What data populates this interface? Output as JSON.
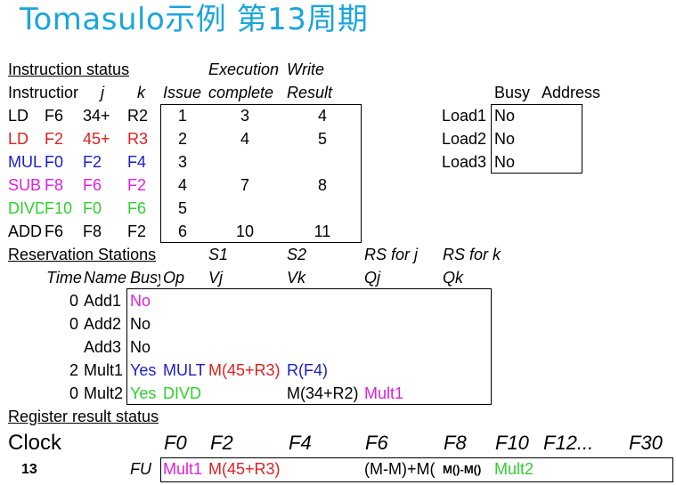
{
  "title": "Tomasulo示例 第13周期",
  "instruction_status": {
    "heading": "Instruction status",
    "header_top": {
      "execution": "Execution",
      "write": "Write"
    },
    "headers": {
      "instruction": "Instructior",
      "j": "j",
      "k": "k",
      "issue": "Issue",
      "complete": "complete",
      "result": "Result"
    },
    "rows": [
      {
        "op": "LD",
        "dest": "F6",
        "j": "34+",
        "k": "R2",
        "issue": "1",
        "exec": "3",
        "write": "4",
        "color": "#000000"
      },
      {
        "op": "LD",
        "dest": "F2",
        "j": "45+",
        "k": "R3",
        "issue": "2",
        "exec": "4",
        "write": "5",
        "color": "#e02020"
      },
      {
        "op": "MUL",
        "dest": "F0",
        "j": "F2",
        "k": "F4",
        "issue": "3",
        "exec": "",
        "write": "",
        "color": "#1c1ccc"
      },
      {
        "op": "SUB",
        "dest": "F8",
        "j": "F6",
        "k": "F2",
        "issue": "4",
        "exec": "7",
        "write": "8",
        "color": "#e020e0"
      },
      {
        "op": "DIVD",
        "dest": "F10",
        "j": "F0",
        "k": "F6",
        "issue": "5",
        "exec": "",
        "write": "",
        "color": "#2ed02e"
      },
      {
        "op": "ADD",
        "dest": "F6",
        "j": "F8",
        "k": "F2",
        "issue": "6",
        "exec": "10",
        "write": "11",
        "color": "#000000"
      }
    ]
  },
  "load_buffers": {
    "headers": {
      "busy": "Busy",
      "address": "Address"
    },
    "rows": [
      {
        "name": "Load1",
        "busy": "No"
      },
      {
        "name": "Load2",
        "busy": "No"
      },
      {
        "name": "Load3",
        "busy": "No"
      }
    ]
  },
  "reservation_stations": {
    "heading": "Reservation Stations",
    "header_top": {
      "s1": "S1",
      "s2": "S2",
      "rsj": "RS for j",
      "rsk": "RS for k"
    },
    "headers": {
      "time": "Time",
      "name": "Name",
      "busy": "Busy",
      "op": "Op",
      "vj": "Vj",
      "vk": "Vk",
      "qj": "Qj",
      "qk": "Qk"
    },
    "rows": [
      {
        "time": "0",
        "name": "Add1",
        "busy": "No",
        "op": "",
        "vj": "",
        "vk": "",
        "qj": "",
        "qk": ""
      },
      {
        "time": "0",
        "name": "Add2",
        "busy": "No",
        "op": "",
        "vj": "",
        "vk": "",
        "qj": "",
        "qk": ""
      },
      {
        "time": "",
        "name": "Add3",
        "busy": "No",
        "op": "",
        "vj": "",
        "vk": "",
        "qj": "",
        "qk": ""
      },
      {
        "time": "2",
        "name": "Mult1",
        "busy": "Yes",
        "op": "MULT",
        "vj": "M(45+R3)",
        "vk": "R(F4)",
        "qj": "",
        "qk": ""
      },
      {
        "time": "0",
        "name": "Mult2",
        "busy": "Yes",
        "op": "DIVD",
        "vj": "",
        "vk": "M(34+R2)",
        "qj": "Mult1",
        "qk": ""
      }
    ]
  },
  "register_status": {
    "heading": "Register result status",
    "clock_label": "Clock",
    "clock_value": "13",
    "fu_label": "FU",
    "registers": [
      "F0",
      "F2",
      "F4",
      "F6",
      "F8",
      "F10",
      "F12...",
      "F30"
    ],
    "fu_values": {
      "F0": "Mult1",
      "F2": "M(45+R3)",
      "F6": "(M-M)+M(",
      "F8": "M()-M()",
      "F10": "Mult2"
    }
  },
  "colors": {
    "title": "#1aa6dc",
    "red": "#e02020",
    "blue": "#1c1ccc",
    "magenta": "#e020e0",
    "green": "#2ed02e"
  }
}
